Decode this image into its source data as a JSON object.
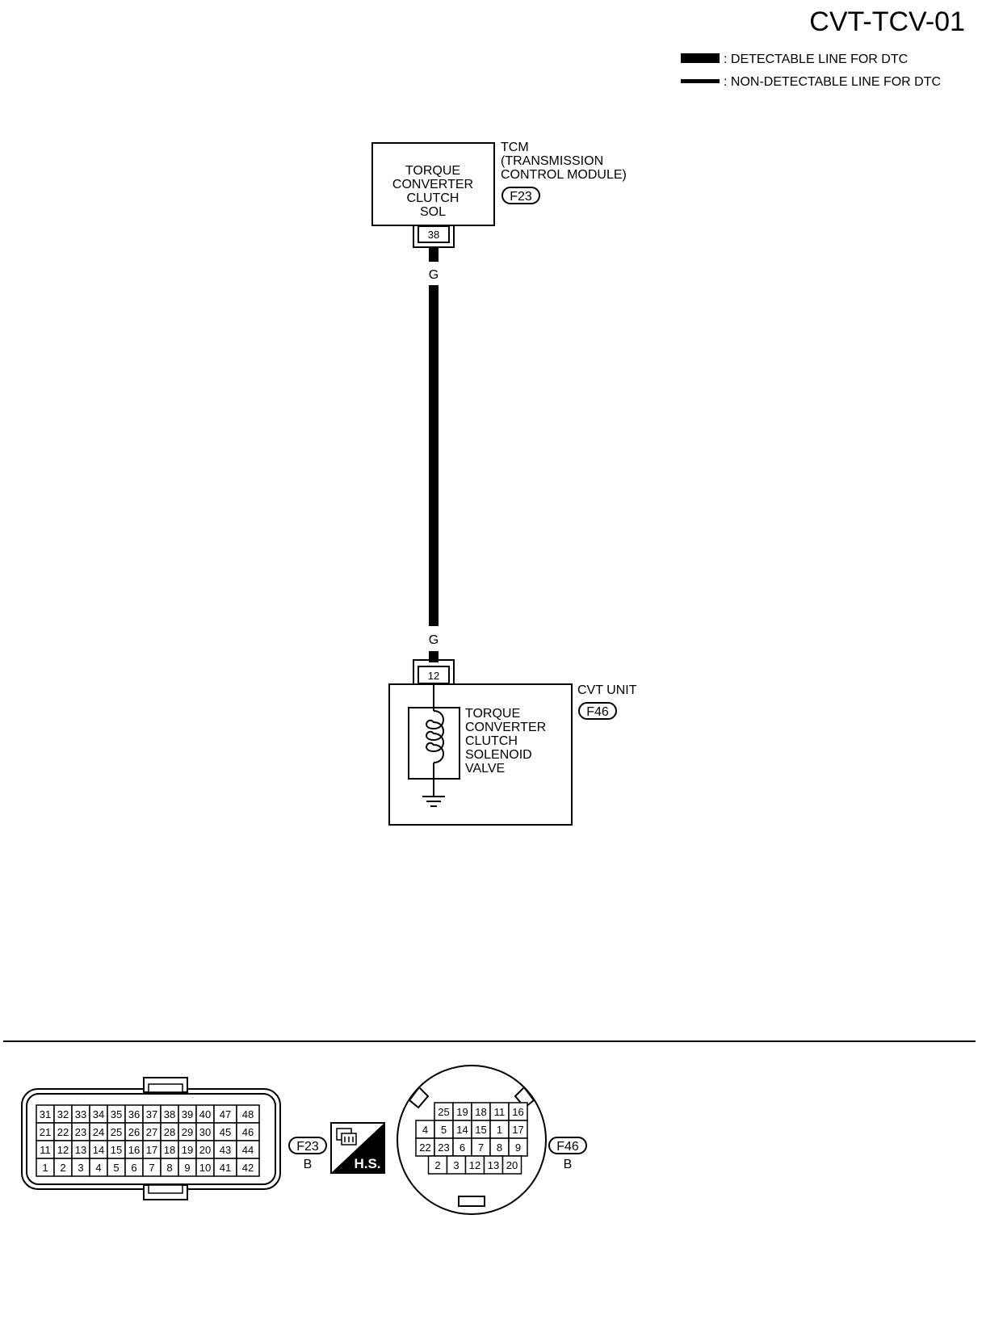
{
  "title": "CVT-TCV-01",
  "legend": [
    {
      "text": ": DETECTABLE LINE FOR DTC"
    },
    {
      "text": ": NON-DETECTABLE LINE FOR DTC"
    }
  ],
  "tcm": {
    "box_lines": [
      "TORQUE",
      "CONVERTER",
      "CLUTCH",
      "SOL"
    ],
    "name_lines": [
      "TCM",
      "(TRANSMISSION",
      "CONTROL MODULE)"
    ],
    "connector": "F23",
    "pin": "38"
  },
  "wire": {
    "color_top": "G",
    "color_bottom": "G"
  },
  "cvt": {
    "name": "CVT UNIT",
    "connector": "F46",
    "pin": "12",
    "valve_lines": [
      "TORQUE",
      "CONVERTER",
      "CLUTCH",
      "SOLENOID",
      "VALVE"
    ]
  },
  "connector_f23": {
    "id": "F23",
    "color": "B",
    "rows": [
      [
        "31",
        "32",
        "33",
        "34",
        "35",
        "36",
        "37",
        "38",
        "39",
        "40",
        "47",
        "48"
      ],
      [
        "21",
        "22",
        "23",
        "24",
        "25",
        "26",
        "27",
        "28",
        "29",
        "30",
        "45",
        "46"
      ],
      [
        "11",
        "12",
        "13",
        "14",
        "15",
        "16",
        "17",
        "18",
        "19",
        "20",
        "43",
        "44"
      ],
      [
        "1",
        "2",
        "3",
        "4",
        "5",
        "6",
        "7",
        "8",
        "9",
        "10",
        "41",
        "42"
      ]
    ]
  },
  "hs_badge": {
    "text": "H.S."
  },
  "connector_f46": {
    "id": "F46",
    "color": "B",
    "rows": [
      [
        "25",
        "19",
        "18",
        "11",
        "16"
      ],
      [
        "4",
        "5",
        "14",
        "15",
        "1",
        "17"
      ],
      [
        "22",
        "23",
        "6",
        "7",
        "8",
        "9"
      ],
      [
        "2",
        "3",
        "12",
        "13",
        "20"
      ]
    ]
  }
}
